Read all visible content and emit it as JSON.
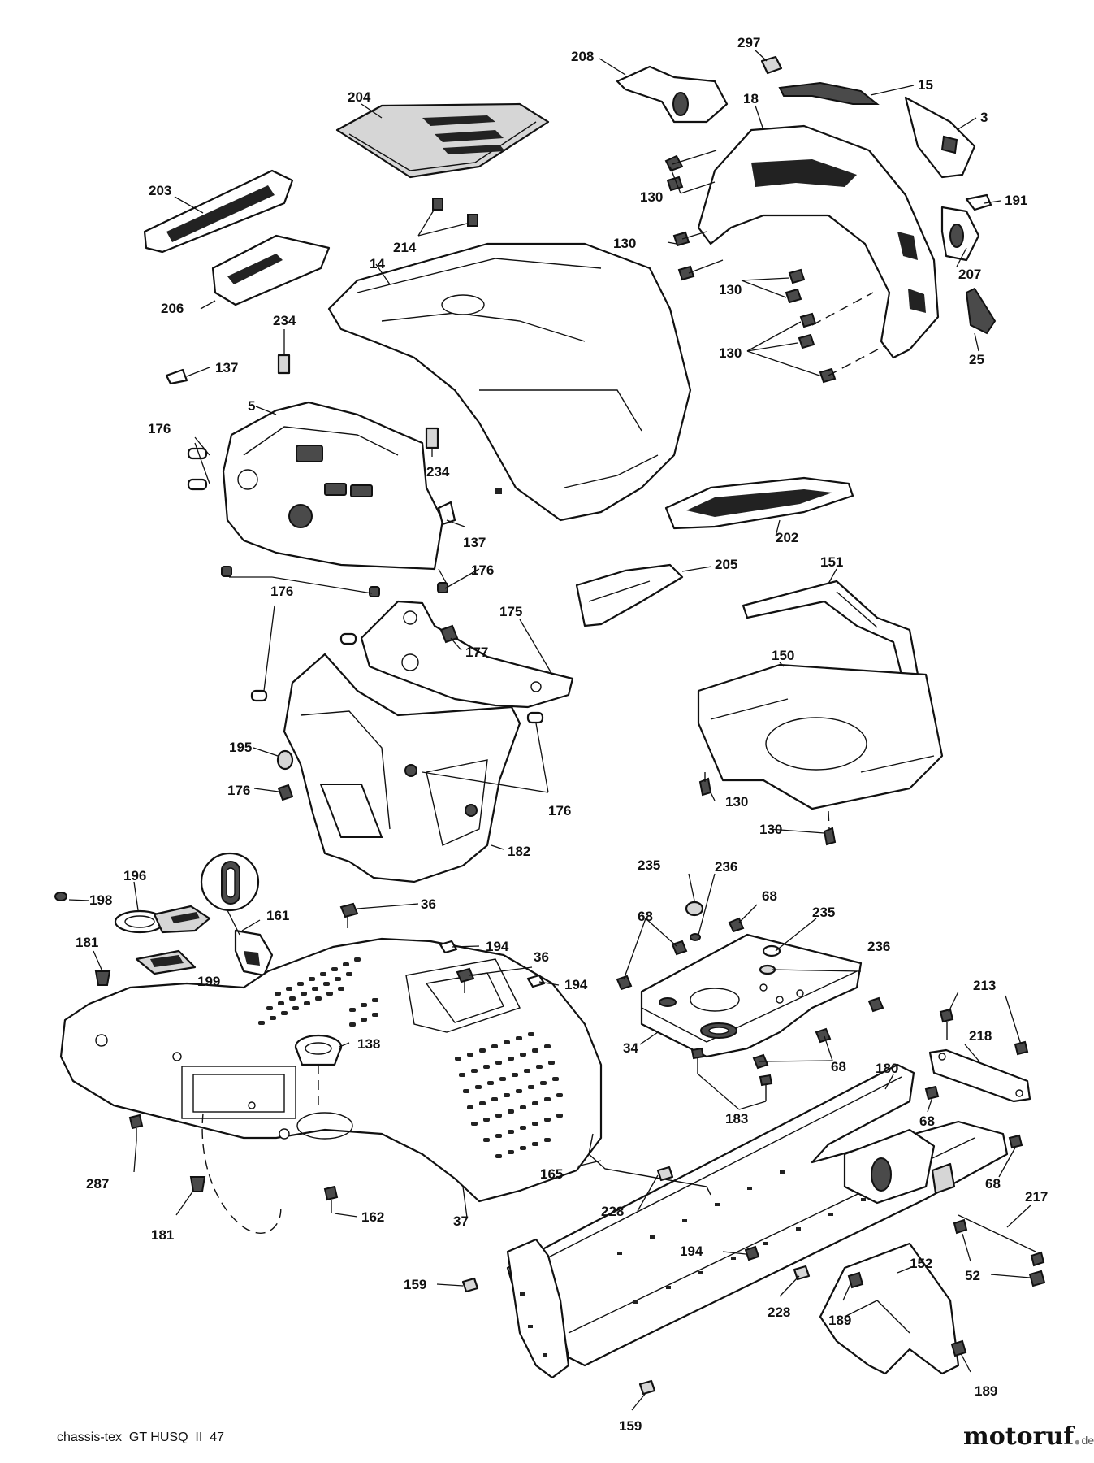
{
  "caption": "chassis-tex_GT HUSQ_II_47",
  "brand": {
    "name": "motoruf",
    "dot": ".",
    "tld": "de"
  },
  "labels": {
    "l297": "297",
    "l208": "208",
    "l15": "15",
    "l18": "18",
    "l3": "3",
    "l204": "204",
    "l130a": "130",
    "l191": "191",
    "l203": "203",
    "l214": "214",
    "l130b": "130",
    "l207": "207",
    "l14": "14",
    "l130c": "130",
    "l206": "206",
    "l234a": "234",
    "l25": "25",
    "l130d": "130",
    "l137a": "137",
    "l5": "5",
    "l176a": "176",
    "l234b": "234",
    "l202": "202",
    "l137b": "137",
    "l176b": "176",
    "l205": "205",
    "l151": "151",
    "l176c": "176",
    "l175": "175",
    "l177": "177",
    "l150": "150",
    "l195": "195",
    "l176d": "176",
    "l176e": "176",
    "l130e": "130",
    "l182": "182",
    "l130f": "130",
    "l196": "196",
    "l235a": "235",
    "l236a": "236",
    "l198": "198",
    "l36a": "36",
    "l68a": "68",
    "l161": "161",
    "l68b": "68",
    "l235b": "235",
    "l181a": "181",
    "l194a": "194",
    "l236b": "236",
    "l36b": "36",
    "l199": "199",
    "l194b": "194",
    "l213": "213",
    "l138": "138",
    "l218": "218",
    "l34": "34",
    "l68c": "68",
    "l180": "180",
    "l183": "183",
    "l68d": "68",
    "l287": "287",
    "l165": "165",
    "l68e": "68",
    "l37": "37",
    "l217": "217",
    "l228a": "228",
    "l162": "162",
    "l181b": "181",
    "l194c": "194",
    "l52": "52",
    "l152": "152",
    "l159a": "159",
    "l228b": "228",
    "l189a": "189",
    "l189b": "189",
    "l159b": "159"
  }
}
